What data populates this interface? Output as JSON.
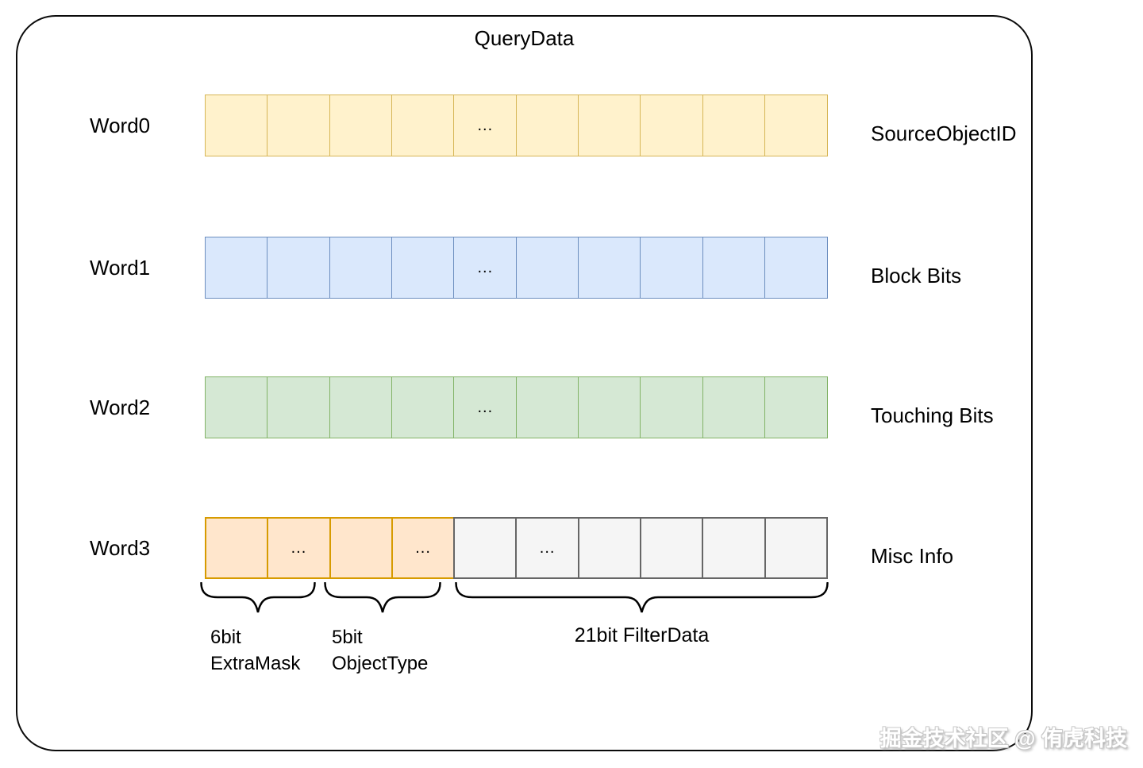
{
  "title": "QueryData",
  "rows": [
    {
      "label": "Word0",
      "right_label": "SourceObjectID",
      "cells": [
        "",
        "",
        "",
        "",
        "...",
        "",
        "",
        "",
        "",
        ""
      ]
    },
    {
      "label": "Word1",
      "right_label": "Block Bits",
      "cells": [
        "",
        "",
        "",
        "",
        "...",
        "",
        "",
        "",
        "",
        ""
      ]
    },
    {
      "label": "Word2",
      "right_label": "Touching Bits",
      "cells": [
        "",
        "",
        "",
        "",
        "...",
        "",
        "",
        "",
        "",
        ""
      ]
    },
    {
      "label": "Word3",
      "right_label": "Misc Info",
      "cells": [
        "",
        "...",
        "",
        "...",
        "",
        "...",
        "",
        "",
        "",
        ""
      ]
    }
  ],
  "braces": [
    {
      "lines": [
        "6bit",
        "ExtraMask"
      ]
    },
    {
      "lines": [
        "5bit",
        "ObjectType"
      ]
    },
    {
      "lines": [
        "21bit FilterData"
      ]
    }
  ],
  "watermark": "掘金技术社区 @ 侑虎科技",
  "colors": {
    "word0_fill": "#FFF2CC",
    "word0_border": "#D6B656",
    "word1_fill": "#DAE8FC",
    "word1_border": "#6C8EBF",
    "word2_fill": "#D5E8D4",
    "word2_border": "#82B366",
    "word3_left_fill": "#FFE6CC",
    "word3_left_border": "#D79B00",
    "word3_right_fill": "#F5F5F5",
    "word3_right_border": "#666666",
    "frame_border": "#0a0a0a",
    "text": "#000000",
    "watermark_text": "#ffffff"
  }
}
